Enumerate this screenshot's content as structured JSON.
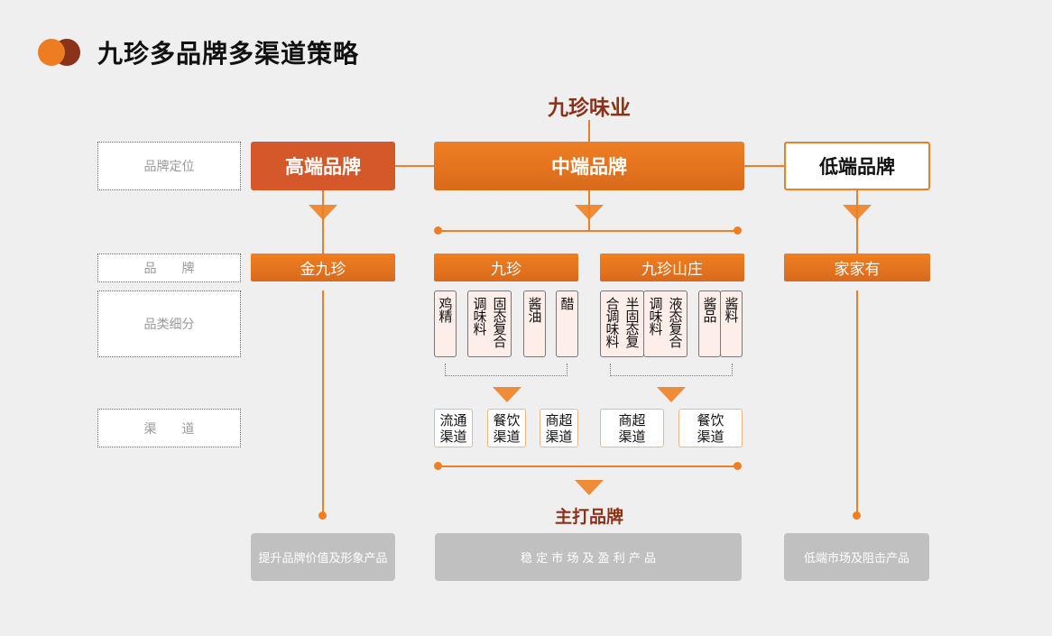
{
  "header": {
    "title": "九珍多品牌多渠道策略",
    "icon": "two-circles-logo"
  },
  "root": "九珍味业",
  "row_labels": {
    "positioning": "品牌定位",
    "brand": "品　　牌",
    "category": "品类细分",
    "channel": "渠　　道"
  },
  "tiers": {
    "high": "高端品牌",
    "mid": "中端品牌",
    "low": "低端品牌"
  },
  "brands": {
    "high": "金九珍",
    "mid_a": "九珍",
    "mid_b": "九珍山庄",
    "low": "家家有"
  },
  "categories": {
    "jiuzhen": [
      {
        "cols": [
          "鸡精"
        ]
      },
      {
        "cols": [
          "固态复合",
          "调味料"
        ]
      },
      {
        "cols": [
          "酱油"
        ]
      },
      {
        "cols": [
          "醋"
        ]
      }
    ],
    "shanzhuang": [
      {
        "cols": [
          "半固态复",
          "合调味料"
        ]
      },
      {
        "cols": [
          "液态复合",
          "调味料"
        ]
      },
      {
        "cols": [
          "酱品"
        ]
      },
      {
        "cols": [
          "酱料"
        ]
      }
    ]
  },
  "channels": {
    "jiuzhen": [
      "流通渠道",
      "餐饮渠道",
      "商超渠道"
    ],
    "shanzhuang": [
      "商超渠道",
      "餐饮渠道"
    ]
  },
  "main_brand_label": "主打品牌",
  "goals": {
    "high": "提升品牌价值及形象产品",
    "mid": "稳 定 市 场 及 盈 利 产 品",
    "low": "低端市场及阻击产品"
  },
  "colors": {
    "accent": "#ef7f22",
    "high": "#d4582a",
    "dark": "#8b3318",
    "goal": "#c0c0c0"
  }
}
